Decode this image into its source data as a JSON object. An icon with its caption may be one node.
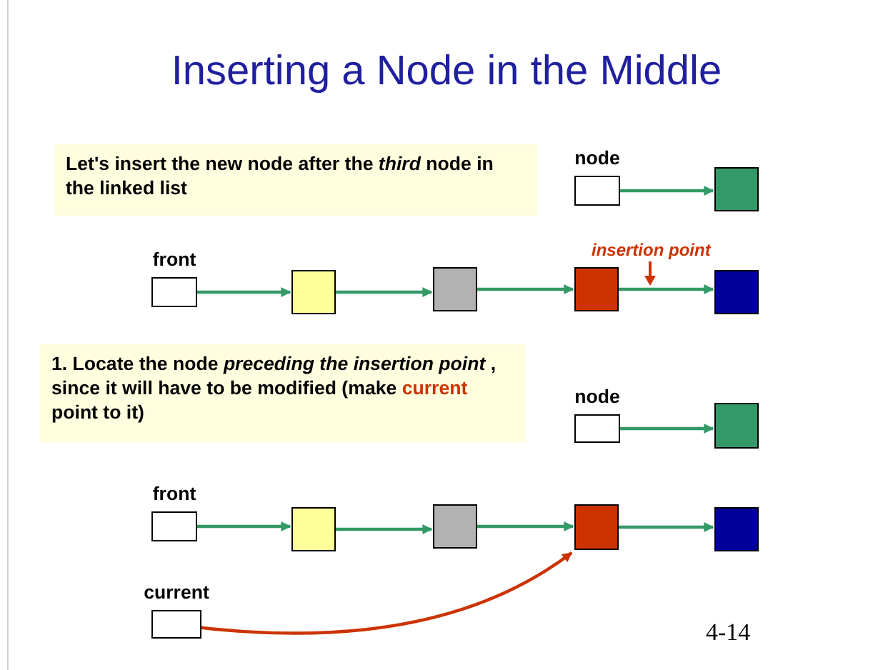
{
  "diagram": {
    "title": "Inserting a Node in the Middle",
    "nodes": [
      {
        "text": [
          "Let's insert the new node after the *third* node in the linked list"
        ]
      },
      {
        "text": [
          "node"
        ]
      },
      {
        "text": [],
        "shape": "box"
      },
      {
        "text": [
          "front"
        ]
      },
      {
        "text": [],
        "shape": "box"
      },
      {
        "text": [],
        "shape": "box"
      },
      {
        "text": [],
        "shape": "box"
      },
      {
        "text": [],
        "shape": "box"
      },
      {
        "text": [
          "1. Locate the node *preceding the insertion point* , since it will have to be modified (make **current** point to it)"
        ]
      },
      {
        "text": [
          "node"
        ]
      },
      {
        "text": [],
        "shape": "box"
      },
      {
        "text": [
          "front"
        ]
      },
      {
        "text": [],
        "shape": "box"
      },
      {
        "text": [],
        "shape": "box"
      },
      {
        "text": [],
        "shape": "box"
      },
      {
        "text": [],
        "shape": "box"
      },
      {
        "text": [
          "current"
        ]
      }
    ],
    "edges": [
      {
        "from": 1,
        "to": 2,
        "arrow": "to"
      },
      {
        "from": 3,
        "to": 4,
        "arrow": "to"
      },
      {
        "from": 4,
        "to": 5,
        "arrow": "to"
      },
      {
        "from": 5,
        "to": 6,
        "arrow": "to"
      },
      {
        "from": 6,
        "to": 7,
        "arrow": "to"
      },
      {
        "from": 9,
        "to": 10,
        "arrow": "to"
      },
      {
        "from": 11,
        "to": 12,
        "arrow": "to"
      },
      {
        "from": 12,
        "to": 13,
        "arrow": "to"
      },
      {
        "from": 13,
        "to": 14,
        "arrow": "to"
      },
      {
        "from": 14,
        "to": 15,
        "arrow": "to"
      },
      {
        "from": 16,
        "to": 14,
        "arrow": "to",
        "color": "#cc3300"
      }
    ],
    "labels": [
      "insertion point",
      "4-14"
    ]
  }
}
